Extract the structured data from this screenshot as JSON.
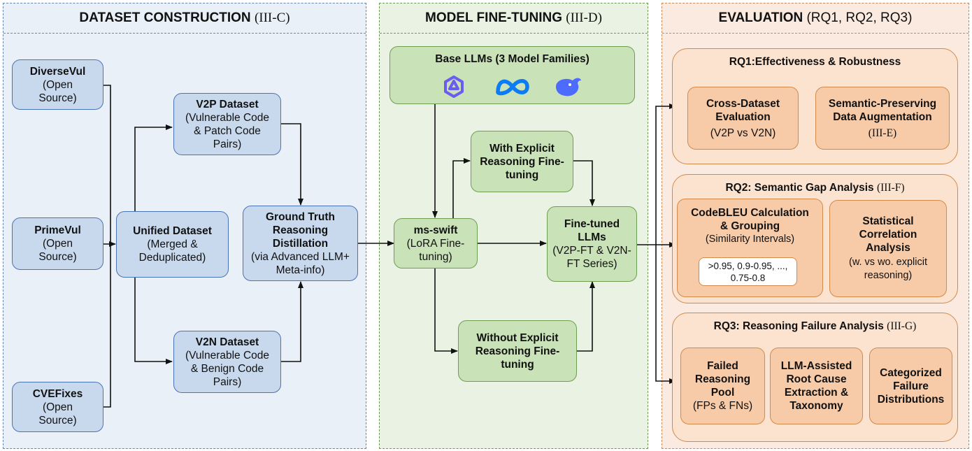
{
  "panels": {
    "dataset": {
      "title": "DATASET CONSTRUCTION",
      "ref": "(III-C)"
    },
    "finetune": {
      "title": "MODEL FINE-TUNING",
      "ref": "(III-D)"
    },
    "evaluation": {
      "title": "EVALUATION",
      "ref": "(RQ1, RQ2, RQ3)"
    }
  },
  "dataset": {
    "diversevul": {
      "name": "DiverseVul",
      "desc": "(Open Source)"
    },
    "primevul": {
      "name": "PrimeVul",
      "desc": "(Open Source)"
    },
    "cvefixes": {
      "name": "CVEFixes",
      "desc": "(Open Source)"
    },
    "unified": {
      "name": "Unified Dataset",
      "desc": "(Merged & Deduplicated)"
    },
    "v2p": {
      "name": "V2P Dataset",
      "desc": "(Vulnerable Code & Patch Code Pairs)"
    },
    "v2n": {
      "name": "V2N Dataset",
      "desc": "(Vulnerable Code & Benign Code Pairs)"
    },
    "ground_truth": {
      "name": "Ground Truth Reasoning Distillation",
      "desc": "(via Advanced LLM+ Meta-info)"
    }
  },
  "finetune": {
    "base": {
      "name": "Base LLMs (3 Model Families)",
      "logos": [
        "qwen-logo-icon",
        "meta-logo-icon",
        "deepseek-whale-icon"
      ]
    },
    "msswift": {
      "name": "ms-swift",
      "desc": "(LoRA Fine-tuning)"
    },
    "with_reasoning": {
      "name": "With Explicit Reasoning Fine-tuning"
    },
    "without_reasoning": {
      "name": "Without Explicit Reasoning Fine-tuning"
    },
    "finetuned": {
      "name": "Fine-tuned LLMs",
      "desc": "(V2P-FT & V2N-FT Series)"
    }
  },
  "evaluation": {
    "rq1": {
      "title": "RQ1:Effectiveness & Robustness",
      "cross": {
        "name": "Cross-Dataset Evaluation",
        "desc": "(V2P vs V2N)"
      },
      "semantic": {
        "name": "Semantic-Preserving Data Augmentation",
        "ref": "(III-E)"
      }
    },
    "rq2": {
      "title": "RQ2: Semantic Gap Analysis",
      "ref": "(III-F)",
      "codebleu": {
        "name": "CodeBLEU Calculation & Grouping",
        "desc": "(Similarity Intervals)",
        "intervals": ">0.95, 0.9-0.95, ..., 0.75-0.8"
      },
      "stat": {
        "name": "Statistical Correlation Analysis",
        "desc": "(w. vs wo. explicit reasoning)"
      }
    },
    "rq3": {
      "title": "RQ3: Reasoning Failure Analysis",
      "ref": "(III-G)",
      "failed": {
        "name": "Failed Reasoning Pool",
        "desc": "(FPs & FNs)"
      },
      "llm": {
        "name": "LLM-Assisted Root Cause Extraction & Taxonomy"
      },
      "categorized": {
        "name": "Categorized Failure Distributions"
      }
    }
  },
  "colors": {
    "dataset_bg": "#eaf0f8",
    "dataset_border": "#6b86b0",
    "finetune_bg": "#eaf3e3",
    "finetune_border": "#6e9a55",
    "eval_bg": "#fbeadf",
    "eval_border": "#c98a5a",
    "blue_box": "#c8d9ee",
    "green_box": "#c9e2b8",
    "orange_box": "#f8cba8"
  }
}
